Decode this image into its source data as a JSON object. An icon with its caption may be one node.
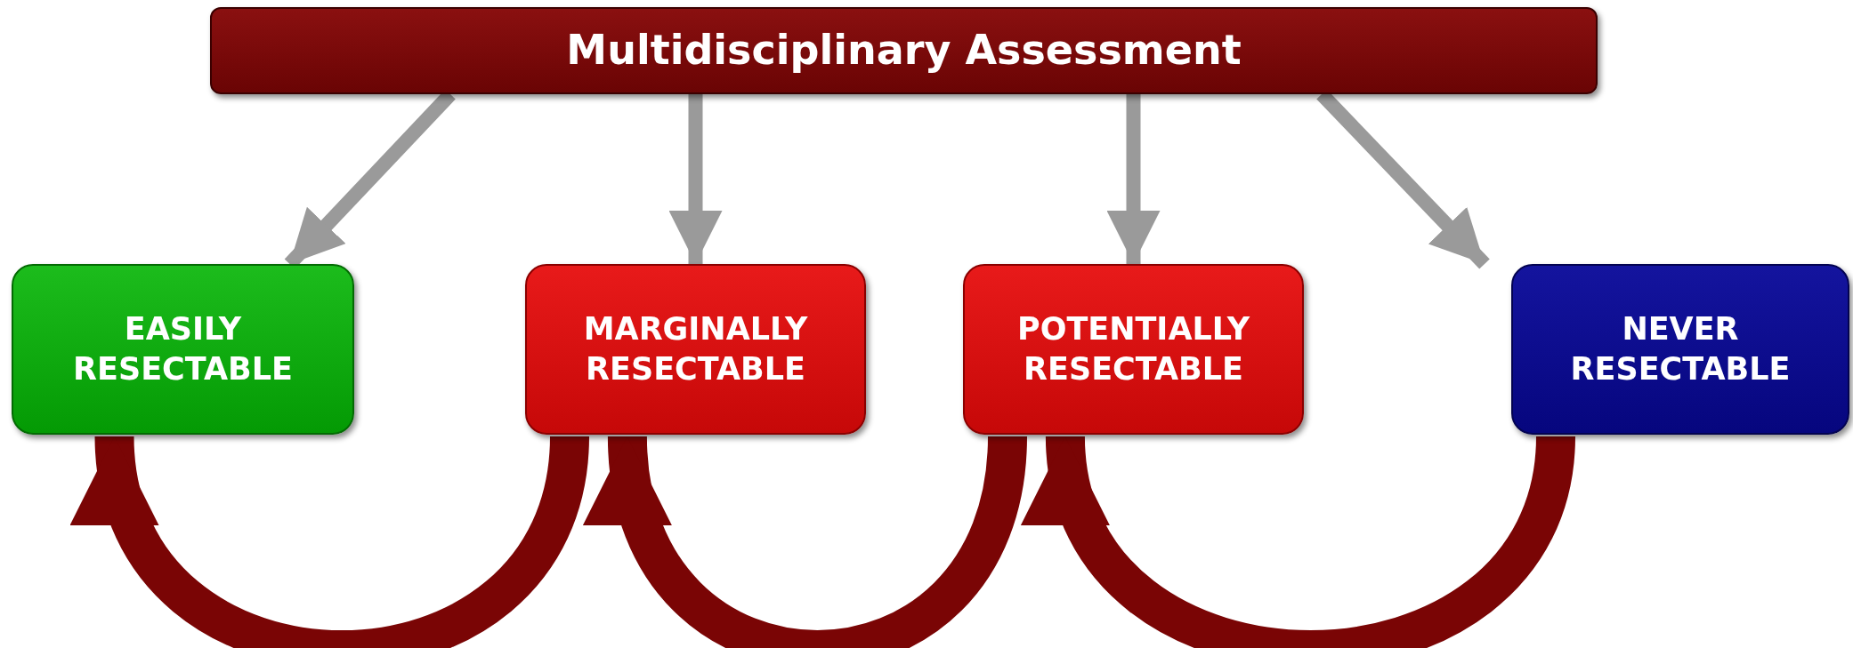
{
  "diagram": {
    "nodes": [
      {
        "text": [
          "Multidisciplinary Assessment"
        ]
      },
      {
        "text": [
          "EASILY RESECTABLE"
        ]
      },
      {
        "text": [
          "MARGINALLY RESECTABLE"
        ]
      },
      {
        "text": [
          "POTENTIALLY RESECTABLE"
        ]
      },
      {
        "text": [
          "NEVER RESECTABLE"
        ]
      }
    ],
    "edges": [
      {
        "from": 0,
        "to": 1,
        "arrow": "to"
      },
      {
        "from": 0,
        "to": 2,
        "arrow": "to"
      },
      {
        "from": 0,
        "to": 3,
        "arrow": "to"
      },
      {
        "from": 0,
        "to": 4,
        "arrow": "to"
      },
      {
        "from": 2,
        "to": 1,
        "arrow": "to",
        "style": "thick",
        "color": "#7a0505"
      },
      {
        "from": 3,
        "to": 2,
        "arrow": "to",
        "style": "thick",
        "color": "#7a0505"
      },
      {
        "from": 4,
        "to": 3,
        "arrow": "to",
        "style": "thick",
        "color": "#7a0505"
      }
    ]
  }
}
